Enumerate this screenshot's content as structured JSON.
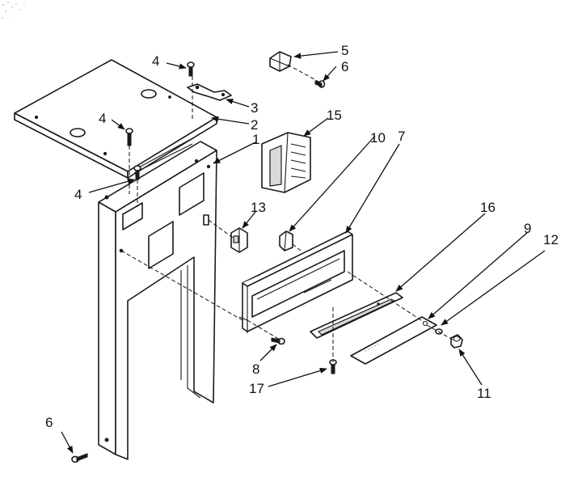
{
  "diagram": {
    "callouts": [
      "1",
      "2",
      "3",
      "4",
      "4",
      "4",
      "5",
      "6",
      "6",
      "7",
      "8",
      "9",
      "10",
      "11",
      "12",
      "13",
      "15",
      "16",
      "17"
    ],
    "colors": {
      "ink": "#1a1a1a",
      "paper": "#ffffff",
      "shade": "#d9d9d9"
    }
  }
}
